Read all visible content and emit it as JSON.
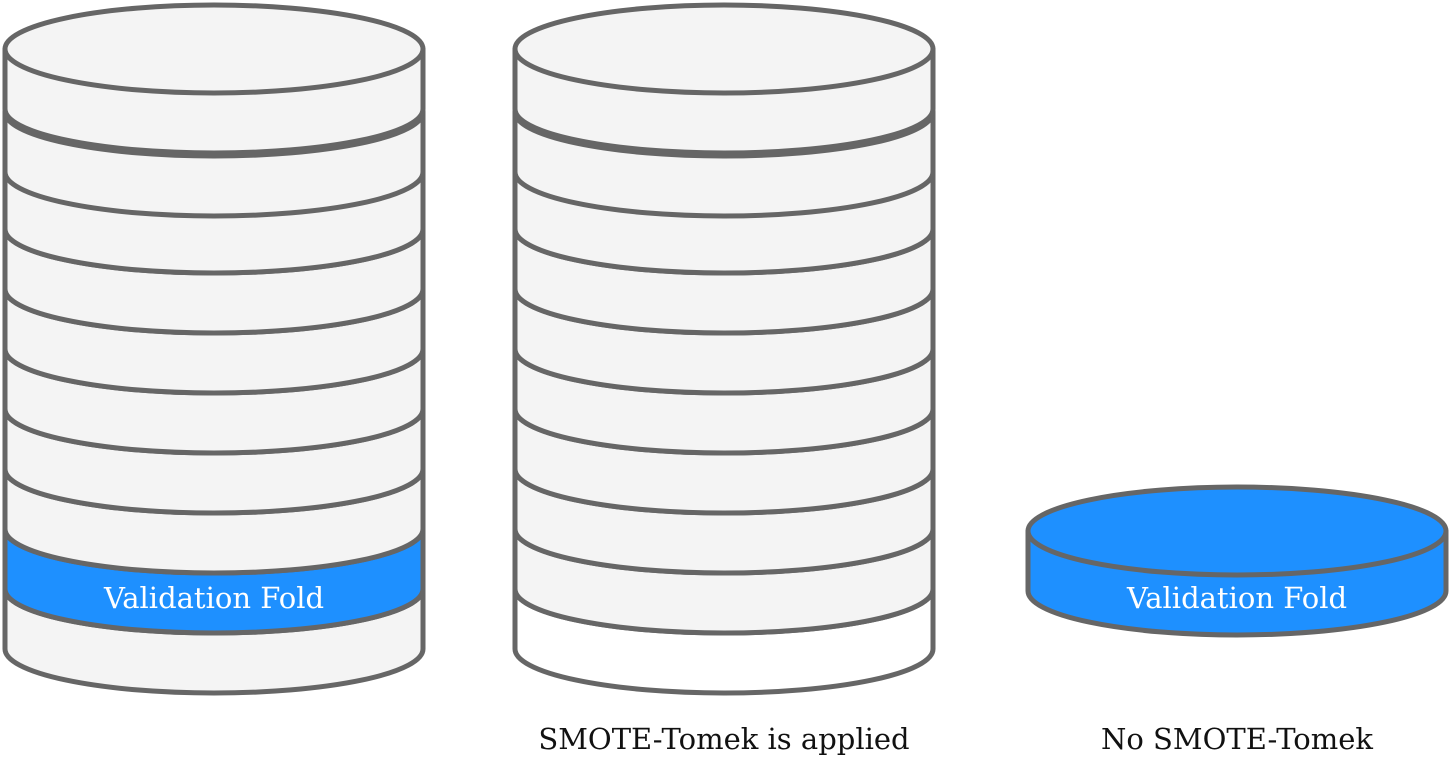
{
  "colors": {
    "stroke": "#666666",
    "grey_fill": "#f4f4f4",
    "validation_fill": "#1e90ff",
    "empty_fill": "#ffffff",
    "label_text": "#ffffff",
    "caption_text": "#111111"
  },
  "left_stack": {
    "layer_count": 10,
    "validation_layer": "9",
    "label": "Validation Fold"
  },
  "middle_stack": {
    "layer_count": 10,
    "empty_layer": "10",
    "caption": "SMOTE-Tomek is applied"
  },
  "right_stack": {
    "layer_count": 1,
    "label": "Validation Fold",
    "caption": "No SMOTE-Tomek"
  }
}
